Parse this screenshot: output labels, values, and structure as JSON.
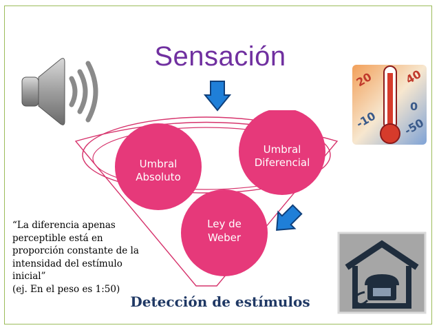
{
  "slide": {
    "title": "Sensación",
    "circles": {
      "absoluto": [
        "Umbral",
        "Absoluto"
      ],
      "diferencial": [
        "Umbral",
        "Diferencial"
      ],
      "weber": [
        "Ley de",
        "Weber"
      ]
    },
    "quote_lines": [
      "“La diferencia apenas",
      "perceptible está en",
      "proporción constante de la",
      "intensidad del estímulo",
      "inicial”",
      "(ej. En el peso es 1:50)"
    ],
    "bottom_label": "Detección de estímulos",
    "icons": [
      "speaker-icon",
      "down-arrow-icon",
      "thermometer-icon",
      "diagonal-arrow-icon",
      "house-phone-icon"
    ],
    "colors": {
      "title": "#7030a0",
      "circle": "#e6397a",
      "arrow": "#1f7fd8",
      "bottom_label": "#1f3864",
      "border": "#9bbb59"
    }
  }
}
